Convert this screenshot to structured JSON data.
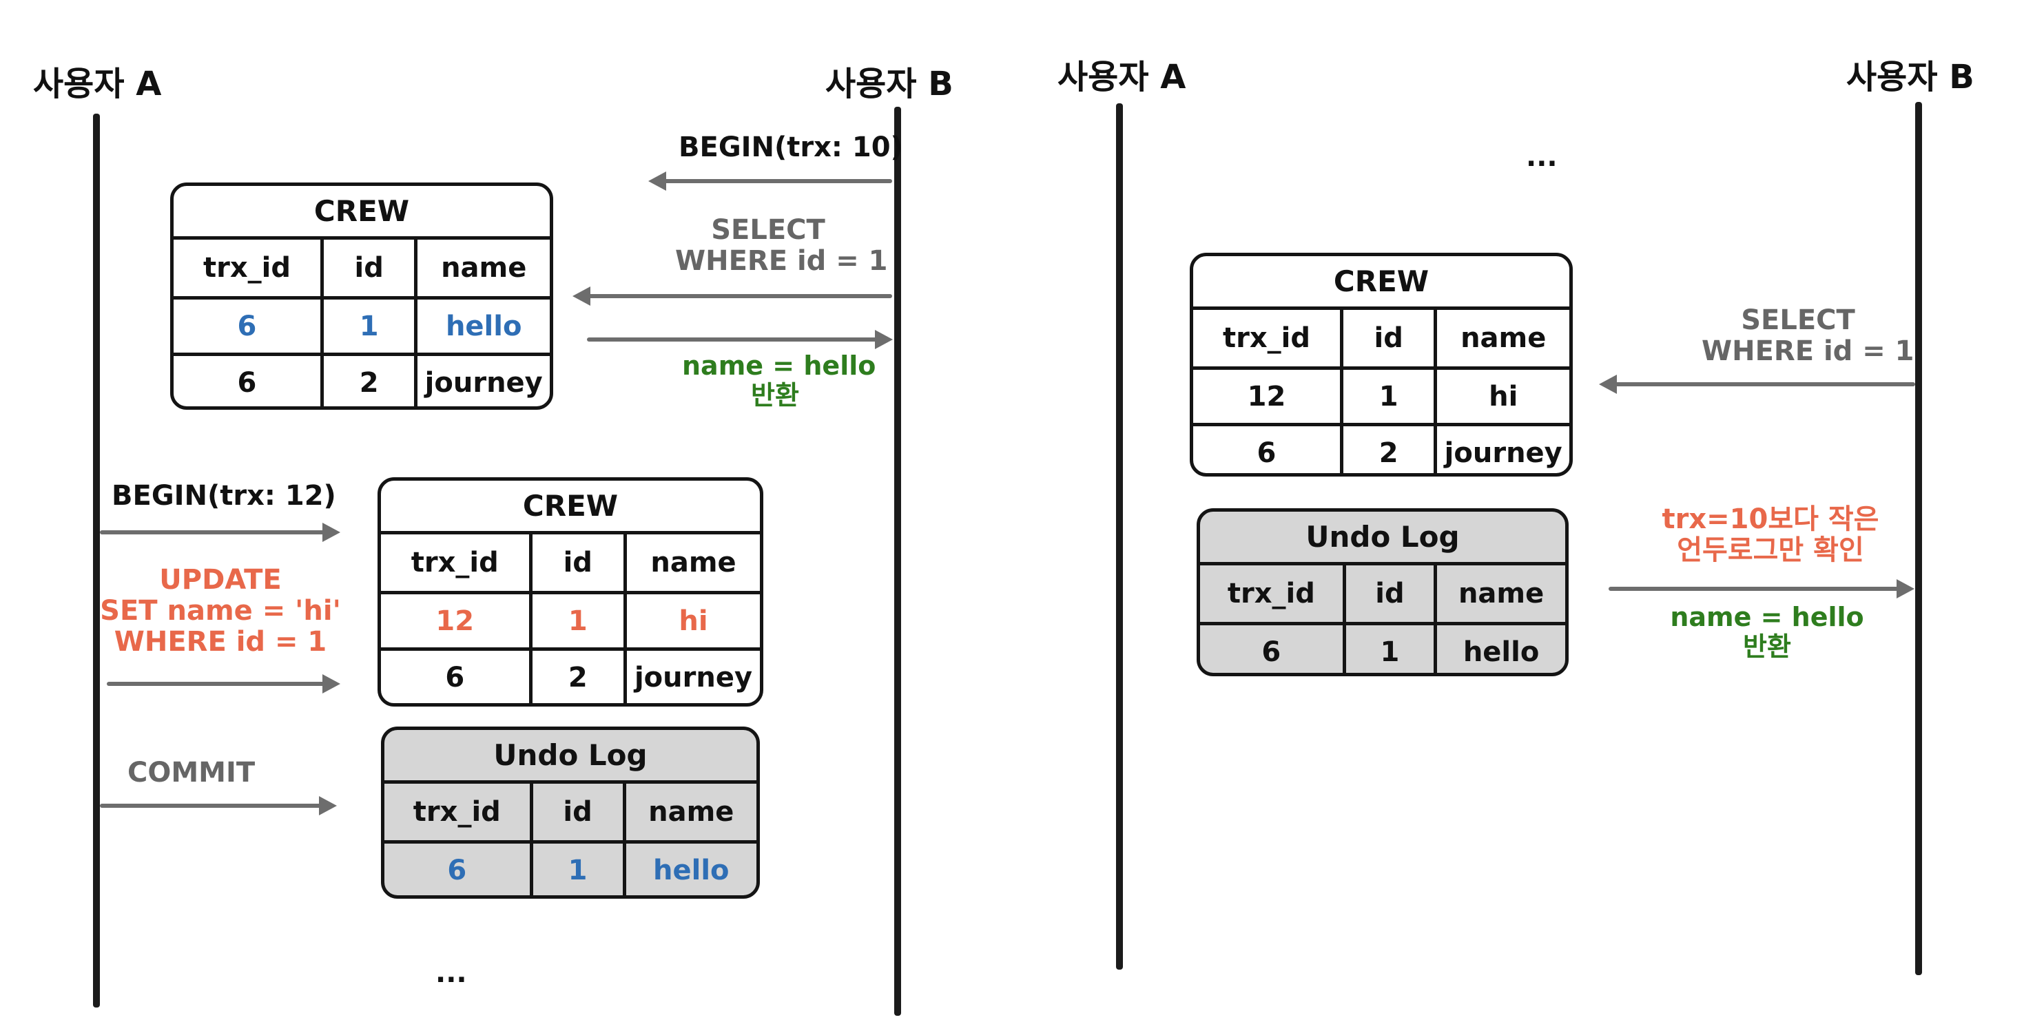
{
  "actors": {
    "left_a": "사용자 A",
    "left_b": "사용자 B",
    "right_a": "사용자 A",
    "right_b": "사용자 B"
  },
  "left": {
    "begin_b": "BEGIN(trx: 10)",
    "select_b": "SELECT\nWHERE id = 1",
    "result_b": "name = hello\n반환",
    "begin_a": "BEGIN(trx: 12)",
    "update_a": "UPDATE\nSET name = 'hi'\nWHERE id = 1",
    "commit_a": "COMMIT",
    "ellipsis": "..."
  },
  "right": {
    "ellipsis": "...",
    "select_b": "SELECT\nWHERE id = 1",
    "undo_note": "trx=10보다 작은\n언두로그만 확인",
    "result": "name = hello\n반환"
  },
  "tables": {
    "crew1": {
      "title": "CREW",
      "headers": [
        "trx_id",
        "id",
        "name"
      ],
      "rows": [
        [
          "6",
          "1",
          "hello"
        ],
        [
          "6",
          "2",
          "journey"
        ]
      ]
    },
    "crew2": {
      "title": "CREW",
      "headers": [
        "trx_id",
        "id",
        "name"
      ],
      "rows": [
        [
          "12",
          "1",
          "hi"
        ],
        [
          "6",
          "2",
          "journey"
        ]
      ]
    },
    "undo1": {
      "title": "Undo Log",
      "headers": [
        "trx_id",
        "id",
        "name"
      ],
      "rows": [
        [
          "6",
          "1",
          "hello"
        ]
      ]
    },
    "crew3": {
      "title": "CREW",
      "headers": [
        "trx_id",
        "id",
        "name"
      ],
      "rows": [
        [
          "12",
          "1",
          "hi"
        ],
        [
          "6",
          "2",
          "journey"
        ]
      ]
    },
    "undo2": {
      "title": "Undo Log",
      "headers": [
        "trx_id",
        "id",
        "name"
      ],
      "rows": [
        [
          "6",
          "1",
          "hello"
        ]
      ]
    }
  },
  "colors": {
    "line": "#1b1b1b",
    "arrow": "#6d6d6d",
    "highlight_blue": "#2e6eb5",
    "highlight_red": "#e8684a",
    "result_green": "#2e7d1e",
    "undo_bg": "#d6d6d6"
  }
}
